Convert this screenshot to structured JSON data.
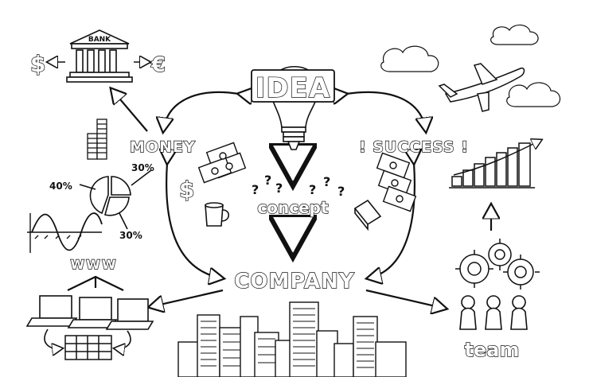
{
  "labels": {
    "idea": "IDEA",
    "money": "MONEY",
    "success": "! SUCCESS !",
    "concept": "concept",
    "company": "COMPANY",
    "team": "team",
    "www": "WWW",
    "bank": "BANK",
    "pct_40": "40%",
    "pct_30_top": "30%",
    "pct_30_bottom": "30%"
  },
  "symbols": {
    "dollar": "$",
    "euro": "€",
    "question_marks": [
      "?",
      "?",
      "?",
      "?",
      "?",
      "?"
    ]
  },
  "icons": [
    "bank-icon",
    "lightbulb-icon",
    "airplane-icon",
    "cloud-icon",
    "coin-stack-icon",
    "money-bundle-icon",
    "coffee-mug-icon",
    "book-icon",
    "pie-chart-icon",
    "wave-graph-icon",
    "laptop-icon",
    "server-icon",
    "gears-icon",
    "person-icon",
    "bar-chart-icon",
    "city-skyline-icon"
  ]
}
